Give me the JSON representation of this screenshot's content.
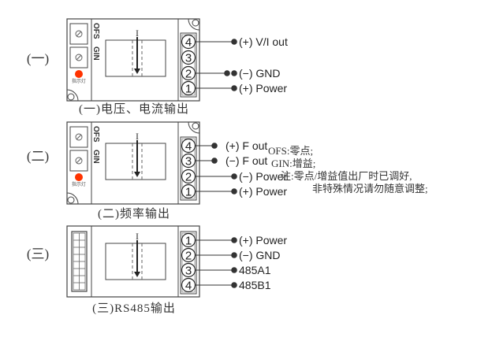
{
  "diagrams": [
    {
      "section_label": "(一)",
      "caption": "(一)电压、电流输出",
      "left_panel": "potentiometers",
      "pot_labels": [
        "OFS",
        "GIN"
      ],
      "indicator_label": "指示灯",
      "current_symbol": "I",
      "terminals": [
        {
          "num": "4",
          "label": "(+) V/I out",
          "dots": 1
        },
        {
          "num": "3",
          "label": "",
          "dots": 0
        },
        {
          "num": "2",
          "label": "(−) GND",
          "dots": 2
        },
        {
          "num": "1",
          "label": "(+) Power",
          "dots": 1
        }
      ]
    },
    {
      "section_label": "(二)",
      "caption": "(二)频率输出",
      "left_panel": "potentiometers",
      "pot_labels": [
        "OFS",
        "GIN"
      ],
      "indicator_label": "指示灯",
      "current_symbol": "I",
      "terminals": [
        {
          "num": "4",
          "label": "(+) F out",
          "dots": 1
        },
        {
          "num": "3",
          "label": "(−) F out",
          "dots": 1
        },
        {
          "num": "2",
          "label": "(−) Power",
          "dots": 1
        },
        {
          "num": "1",
          "label": "(+) Power",
          "dots": 1
        }
      ]
    },
    {
      "section_label": "(三)",
      "caption": "(三)RS485输出",
      "left_panel": "connector",
      "current_symbol": "I",
      "terminals": [
        {
          "num": "1",
          "label": "(+) Power",
          "dots": 1
        },
        {
          "num": "2",
          "label": "(−) GND",
          "dots": 1
        },
        {
          "num": "3",
          "label": "485A1",
          "dots": 1
        },
        {
          "num": "4",
          "label": "485B1",
          "dots": 1
        }
      ]
    }
  ],
  "notes": {
    "ofs": "OFS:零点;",
    "gin": "GIN:增益;",
    "note_line1": "注:零点/增益值出厂时已调好,",
    "note_line2": "非特殊情况请勿随意调整;"
  },
  "colors": {
    "line": "#333333",
    "indicator": "#ff3300",
    "box_stroke": "#444444"
  }
}
